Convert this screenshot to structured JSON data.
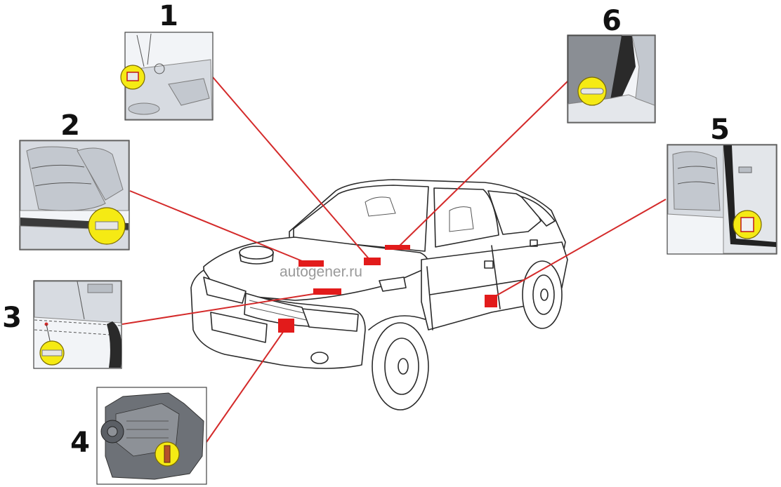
{
  "watermark": "autogener.ru",
  "callouts": [
    {
      "number": "1"
    },
    {
      "number": "2"
    },
    {
      "number": "3"
    },
    {
      "number": "4"
    },
    {
      "number": "5"
    },
    {
      "number": "6"
    }
  ],
  "colors": {
    "leader_line": "#d42a2a",
    "marker": "#e21b1b",
    "highlight": "#f5ea14"
  }
}
